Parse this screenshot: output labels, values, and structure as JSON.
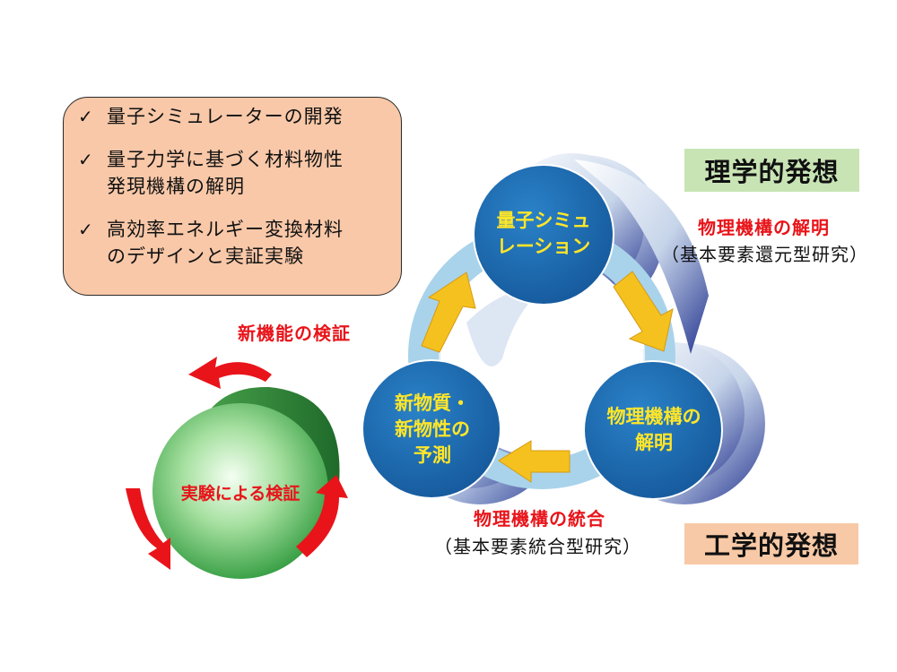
{
  "list": {
    "check": "✓",
    "items": [
      {
        "text": "量子シミュレーターの開発"
      },
      {
        "text": "量子力学に基づく材料物性\n発現機構の解明"
      },
      {
        "text": "高効率エネルギー変換材料\nのデザインと実証実験"
      }
    ]
  },
  "tags": {
    "rigaku": "理学的発想",
    "kogaku": "工学的発想"
  },
  "labels": {
    "kaimei_red": "物理機構の解明",
    "kaimei_black": "（基本要素還元型研究）",
    "togo_red": "物理機構の統合",
    "togo_black": "（基本要素統合型研究）",
    "shinkino": "新機能の検証"
  },
  "nodes": {
    "top": "量子シミュ\nレーション",
    "right": "物理機構の\n解明",
    "left": "新物質・\n新物性の\n予測"
  },
  "sphere": {
    "label": "実験による検証"
  },
  "colors": {
    "node_blue": "#1f6db5",
    "node_text": "#ffe629",
    "accent_red": "#e8141a",
    "arrow_yellow": "#f5c11e",
    "ring_light": "#a9d3ea",
    "sphere_green": "#58b858"
  }
}
